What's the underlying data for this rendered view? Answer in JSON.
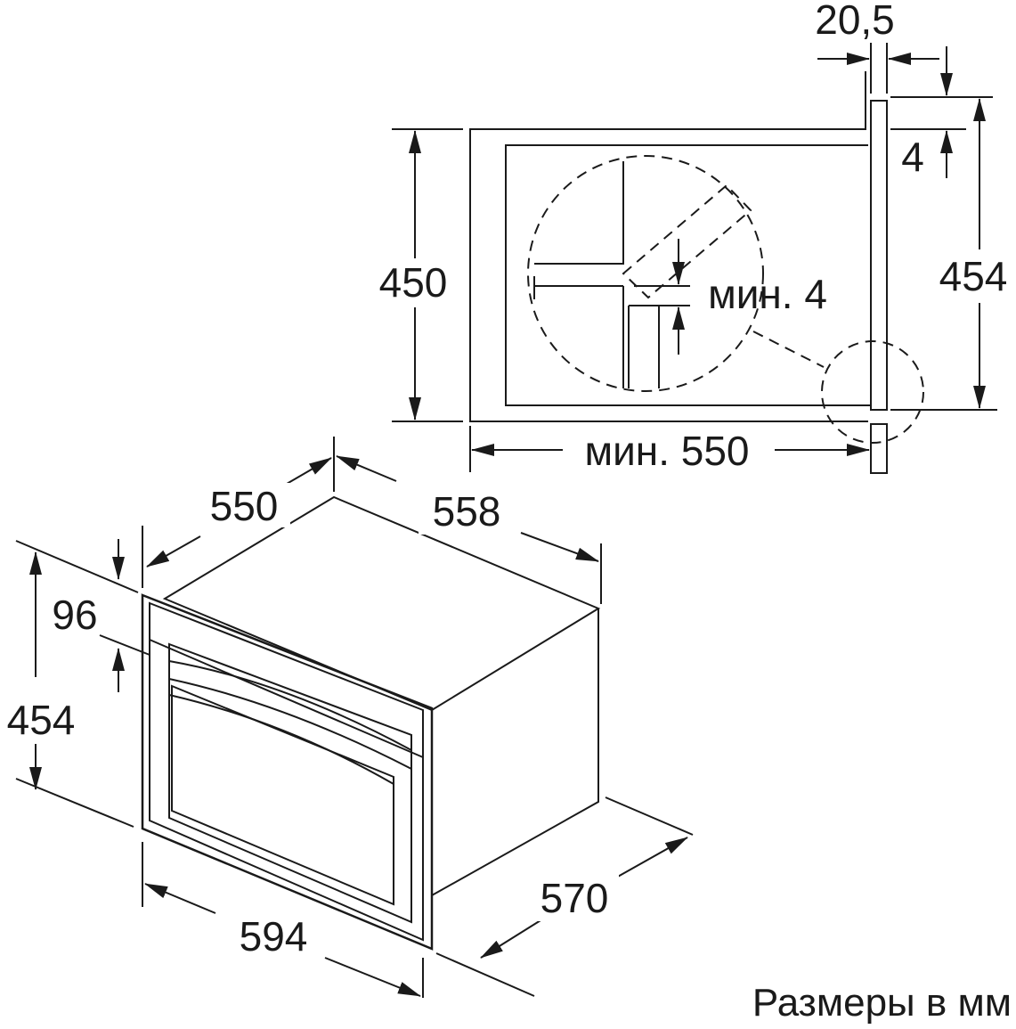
{
  "niche_view": {
    "labels": {
      "panel_thickness": "20,5",
      "top_offset": "4",
      "niche_height": "450",
      "appliance_height": "454",
      "gap_min": "мин. 4",
      "niche_depth_min": "мин. 550"
    }
  },
  "appliance_view": {
    "labels": {
      "depth_body": "550",
      "width_body": "558",
      "panel_height": "96",
      "front_height": "454",
      "front_width": "594",
      "total_depth": "570"
    }
  },
  "caption": "Размеры в мм"
}
